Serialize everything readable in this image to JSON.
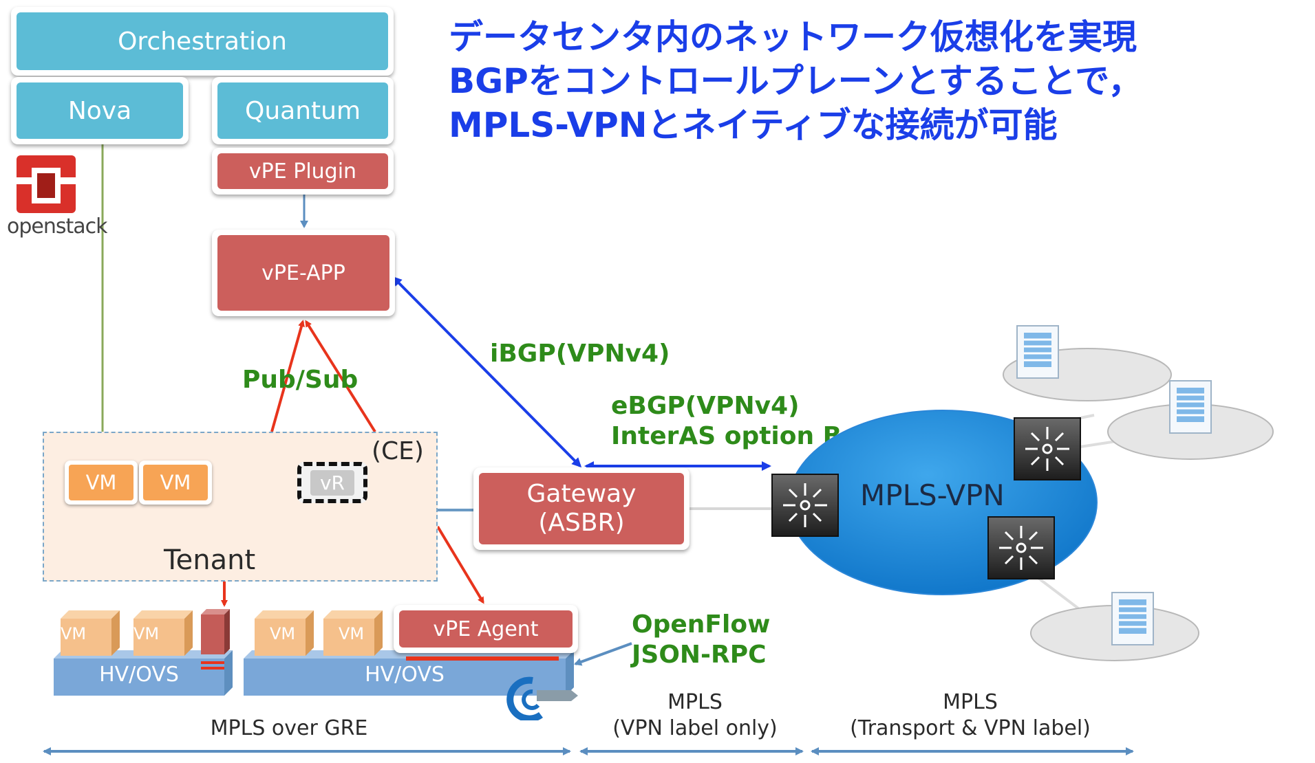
{
  "title": {
    "line1": "データセンタ内のネットワーク仮想化を実現",
    "line2": "BGPをコントロールプレーンとすることで，",
    "line3": "MPLS-VPNとネイティブな接続が可能"
  },
  "openstack": {
    "orchestration": "Orchestration",
    "nova": "Nova",
    "quantum": "Quantum",
    "logo_text": "openstack"
  },
  "vpe": {
    "plugin": "vPE Plugin",
    "app": "vPE-APP",
    "agent": "vPE Agent"
  },
  "labels": {
    "pubsub": "Pub/Sub",
    "ibgp": "iBGP(VPNv4)",
    "ebgp_line1": "eBGP(VPNv4)",
    "ebgp_line2": "InterAS option B",
    "openflow_line1": "OpenFlow",
    "openflow_line2": "JSON-RPC"
  },
  "tenant": {
    "name": "Tenant",
    "vm1": "VM",
    "vm2": "VM",
    "vr": "vR",
    "ce": "(CE)"
  },
  "gateway": {
    "line1": "Gateway",
    "line2": "(ASBR)"
  },
  "mpls_vpn": "MPLS-VPN",
  "hosts": {
    "left": {
      "vm1": "VM",
      "vm2": "VM",
      "hv": "HV/OVS"
    },
    "right": {
      "vm1": "VM",
      "vm2": "VM",
      "hv": "HV/OVS"
    }
  },
  "bottom": {
    "gre": "MPLS over GRE",
    "vpn_label_line1": "MPLS",
    "vpn_label_line2": "(VPN label only)",
    "transport_line1": "MPLS",
    "transport_line2": "(Transport & VPN label)"
  },
  "colors": {
    "title_blue": "#1a3ee8",
    "label_green": "#2e8b1a",
    "box_teal": "#5cbcd6",
    "box_red": "#cc5f5c",
    "vm_orange": "#f7a455",
    "arrow_red": "#e8341c",
    "arrow_blue": "#1a3ee8",
    "line_steel": "#6a9ac4",
    "line_olive": "#8aa85a"
  }
}
